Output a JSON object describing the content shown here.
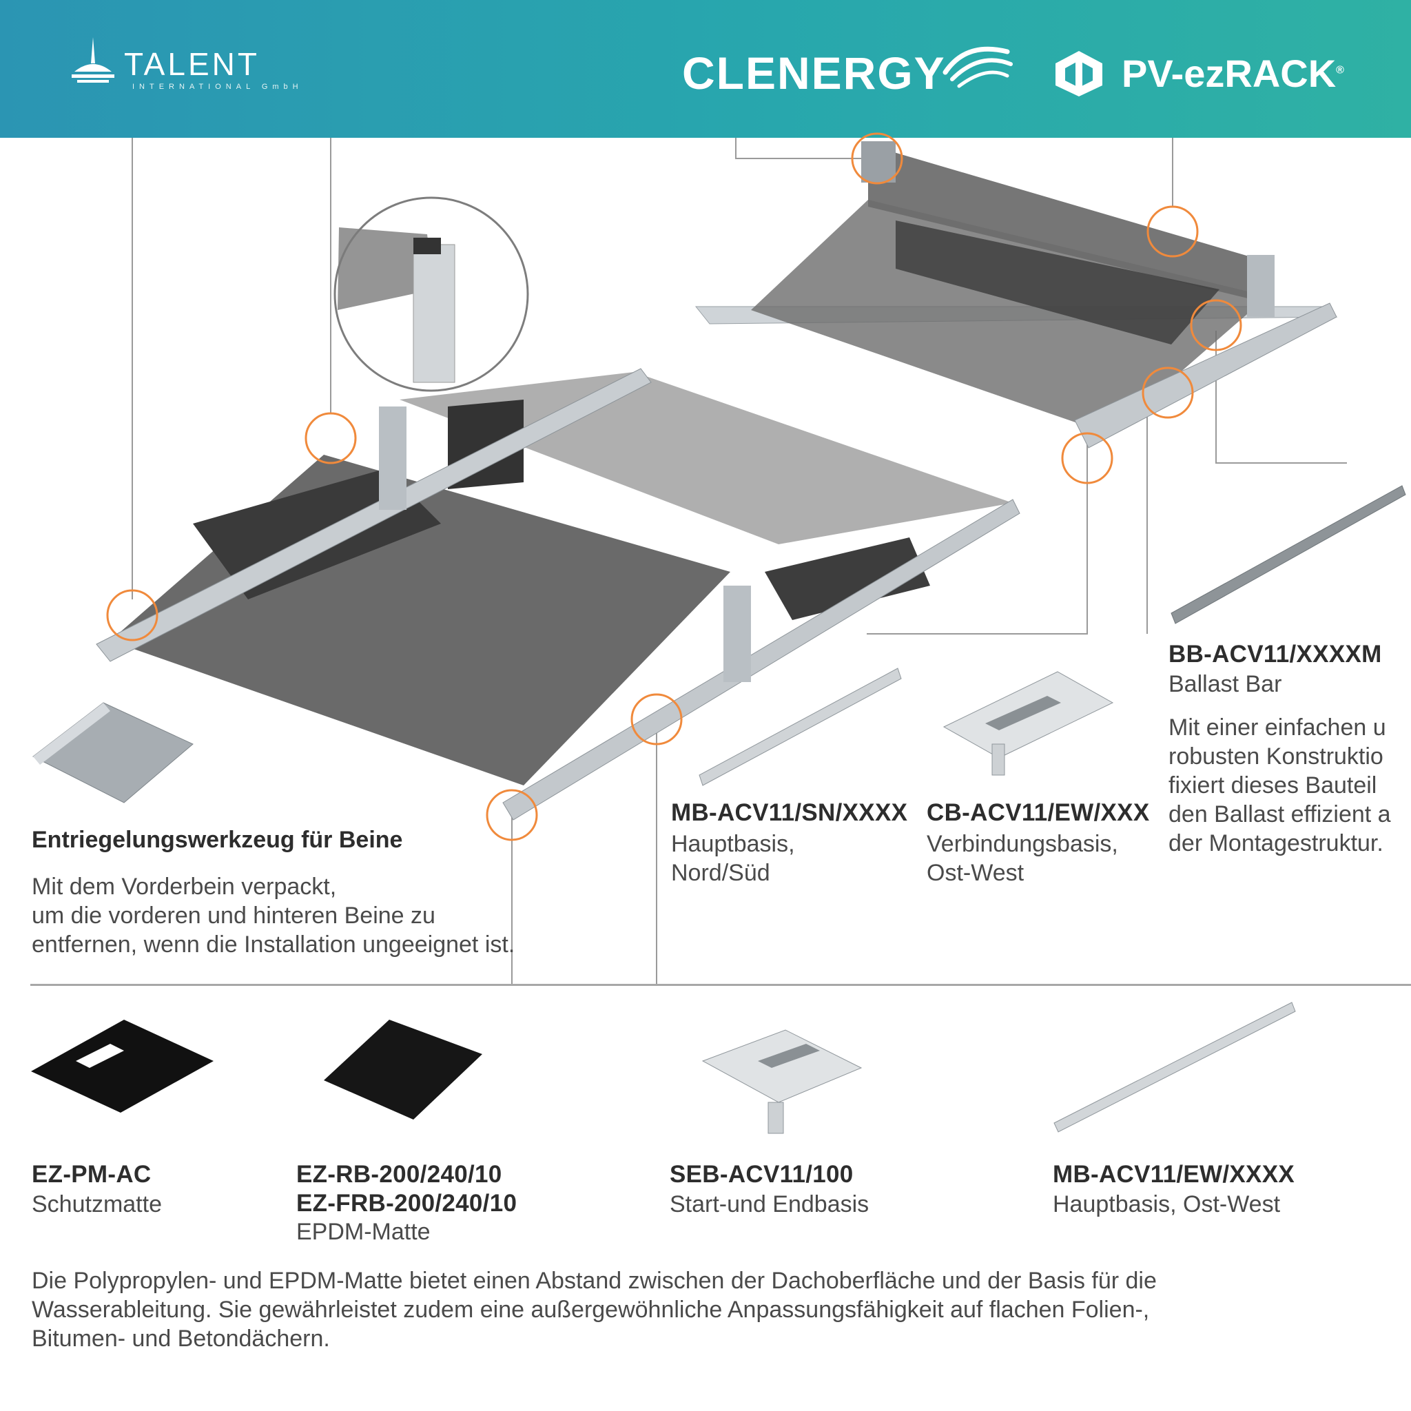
{
  "header": {
    "talent_name": "TALENT",
    "talent_sub": "INTERNATIONAL GmbH",
    "clenergy": "CLENERGY",
    "pvezrack": "PV-ezRACK",
    "pvezrack_mark": "®"
  },
  "release_tool": {
    "title": "Entriegelungswerkzeug für Beine",
    "lines": [
      "Mit dem Vorderbein verpackt,",
      "um die vorderen und hinteren Beine zu",
      "entfernen, wenn die Installation ungeeignet ist."
    ]
  },
  "mb_sn": {
    "code": "MB-ACV11/SN/XXXX",
    "lines": [
      "Hauptbasis,",
      "Nord/Süd"
    ]
  },
  "cb_ew": {
    "code": "CB-ACV11/EW/XXX",
    "lines": [
      "Verbindungsbasis,",
      "Ost-West"
    ]
  },
  "bb": {
    "code": "BB-ACV11/XXXXM",
    "name": "Ballast Bar",
    "lines": [
      "Mit einer einfachen u",
      "robusten Konstruktio",
      "fixiert dieses Bauteil",
      "den Ballast effizient a",
      "der Montagestruktur."
    ]
  },
  "pm": {
    "code": "EZ-PM-AC",
    "name": "Schutzmatte"
  },
  "rb": {
    "code1": "EZ-RB-200/240/10",
    "code2": "EZ-FRB-200/240/10",
    "name": "EPDM-Matte"
  },
  "seb": {
    "code": "SEB-ACV11/100",
    "name": "Start-und Endbasis"
  },
  "mb_ew": {
    "code": "MB-ACV11/EW/XXXX",
    "name": "Hauptbasis, Ost-West"
  },
  "footer": {
    "lines": [
      "Die Polypropylen- und EPDM-Matte bietet einen Abstand zwischen der Dachoberfläche und der Basis für die",
      "Wasserableitung. Sie gewährleistet zudem eine außergewöhnliche Anpassungsfähigkeit auf flachen Folien-,",
      "Bitumen- und Betondächern."
    ]
  },
  "colors": {
    "header_start": "#2b95b3",
    "header_end": "#2fb1a4",
    "callout_ring": "#f08a3c",
    "panel": "#5f5f5f",
    "rail": "#b8bec4"
  }
}
